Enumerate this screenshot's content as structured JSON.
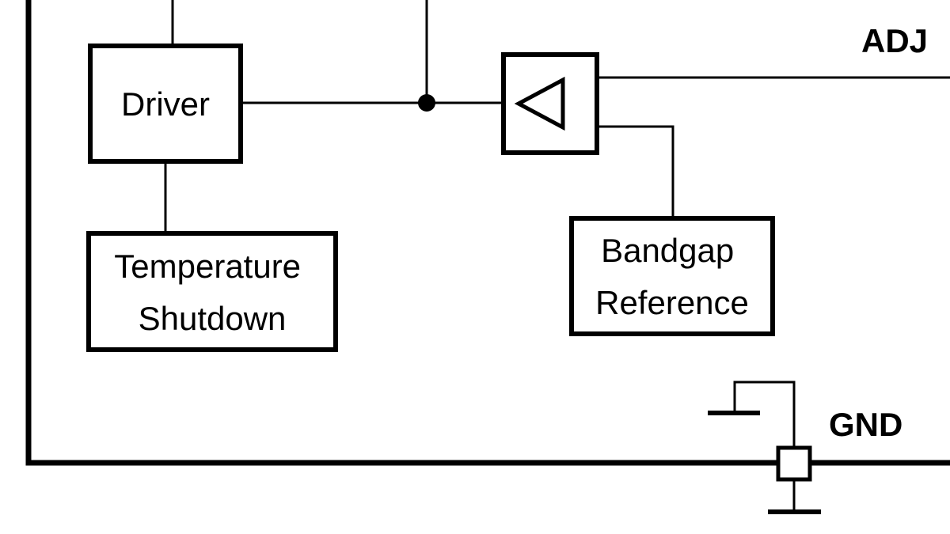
{
  "blocks": {
    "driver": "Driver",
    "temperature_shutdown": [
      "Temperature",
      "Shutdown"
    ],
    "bandgap_reference": [
      "Bandgap",
      "Reference"
    ]
  },
  "pins": {
    "adj": "ADJ",
    "gnd": "GND"
  },
  "colors": {
    "line": "#000000",
    "background": "#ffffff"
  },
  "icons": {
    "amplifier": "triangle-amplifier-icon",
    "junction": "junction-dot-icon",
    "ground": "ground-icon"
  }
}
